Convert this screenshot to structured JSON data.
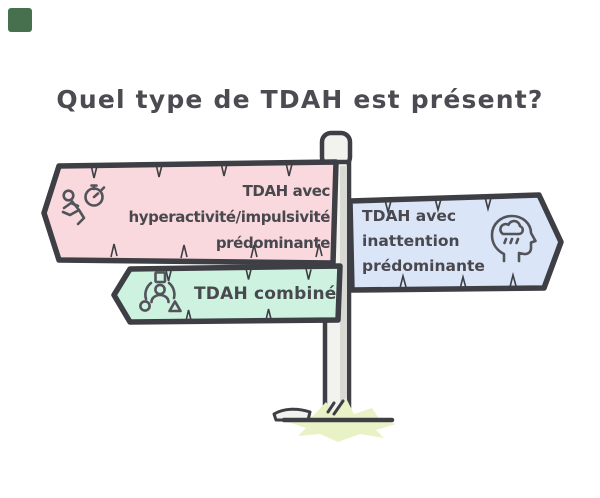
{
  "title": {
    "text": "Quel type de TDAH est présent?",
    "color": "#4b4b51"
  },
  "brand_square": {
    "color": "#47714e"
  },
  "outline_color": "#3e3e45",
  "text_color": "#48484e",
  "pole": {
    "fill": "#f2f2ef",
    "shade": "#d9d9d4"
  },
  "splash": {
    "fill": "#e9f2c6"
  },
  "signs": [
    {
      "id": "hyperactivite",
      "direction": "left",
      "fill": "#f9d9dd",
      "icon": "runner-stopwatch-icon",
      "lines": [
        "TDAH avec",
        "hyperactivité/impulsivité",
        "prédominante"
      ]
    },
    {
      "id": "inattention",
      "direction": "right",
      "fill": "#dbe5f8",
      "icon": "head-rain-cloud-icon",
      "lines": [
        "TDAH avec",
        "inattention",
        "prédominante"
      ]
    },
    {
      "id": "combine",
      "direction": "left",
      "fill": "#cdf2e0",
      "icon": "person-shapes-icon",
      "lines": [
        "TDAH combiné"
      ]
    }
  ]
}
